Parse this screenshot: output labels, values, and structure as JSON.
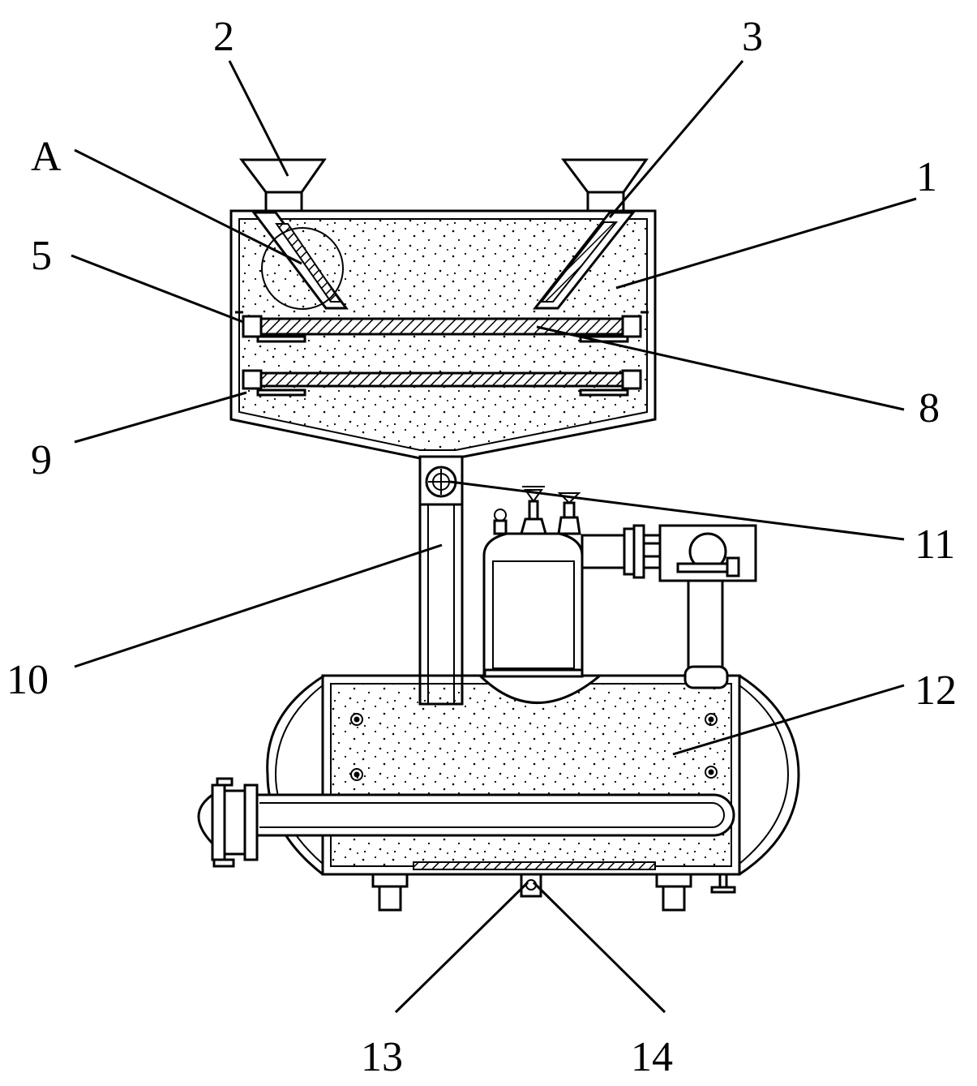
{
  "callouts": [
    {
      "id": "A",
      "text": "A"
    },
    {
      "id": "1",
      "text": "1"
    },
    {
      "id": "2",
      "text": "2"
    },
    {
      "id": "3",
      "text": "3"
    },
    {
      "id": "5",
      "text": "5"
    },
    {
      "id": "8",
      "text": "8"
    },
    {
      "id": "9",
      "text": "9"
    },
    {
      "id": "10",
      "text": "10"
    },
    {
      "id": "11",
      "text": "11"
    },
    {
      "id": "12",
      "text": "12"
    },
    {
      "id": "13",
      "text": "13"
    },
    {
      "id": "14",
      "text": "14"
    }
  ],
  "colors": {
    "line": "#000000",
    "background": "#ffffff",
    "hatch": "#000000"
  }
}
